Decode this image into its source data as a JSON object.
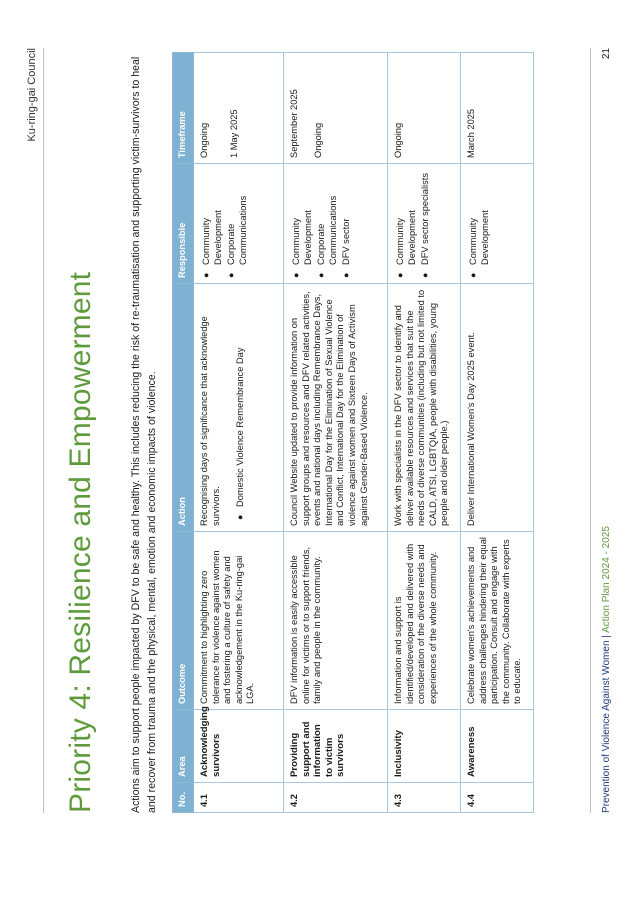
{
  "header": {
    "council": "Ku-ring-gai Council"
  },
  "title": "Priority 4: Resilience and Empowerment",
  "intro": "Actions aim to support people impacted by DFV to be safe and healthy. This includes reducing the risk of re-traumatisation and supporting victim-survivors to heal and recover from trauma and the physical, mental, emotion and economic impacts of violence.",
  "table": {
    "headers": {
      "no": "No.",
      "area": "Area",
      "outcome": "Outcome",
      "action": "Action",
      "responsible": "Responsible",
      "timeframe": "Timeframe"
    },
    "rows": [
      {
        "no": "4.1",
        "area": "Acknowledging survivors",
        "outcome": "Commitment to highlighting zero tolerance for violence against women and fostering a culture of safety and acknowledgement in the Ku-ring-gai LGA.",
        "action_text": "Recognising days of significance that acknowledge survivors.",
        "action_bullet": "Domestic Violence Remembrance Day",
        "responsible": [
          "Community Development",
          "Corporate Communications"
        ],
        "timeframe": [
          "Ongoing",
          "1 May 2025"
        ]
      },
      {
        "no": "4.2",
        "area": "Providing support and information to victim survivors",
        "outcome": "DFV information is easily accessible online for victims or to support friends, family and people in the community.",
        "action_text": "Council Website updated to provide information on support groups and resources and DFV related activities, events and national days including Remembrance Days, International Day for the Elimination of Sexual Violence and Conflict, International Day for the Elimination of violence against women and Sixteen Days of Activism against Gender-Based Violence.",
        "responsible": [
          "Community Development",
          "Corporate Communications",
          "DFV sector"
        ],
        "timeframe": [
          "September 2025",
          "Ongoing"
        ]
      },
      {
        "no": "4.3",
        "area": "Inclusivity",
        "outcome": "Information and support is identified/developed and delivered with consideration of the diverse needs and experiences of the whole community.",
        "action_text": "Work with specialists in the DFV sector to identify and deliver available resources and services that suit the needs of diverse communities (including but not limited to CALD, ATSI, LGBTQIA, people with disabilities, young people and older people.)",
        "responsible": [
          "Community Development",
          "DFV sector specialists"
        ],
        "timeframe": [
          "Ongoing"
        ]
      },
      {
        "no": "4.4",
        "area": "Awareness",
        "outcome": "Celebrate women's achievements and address challenges hindering their equal participation. Consult and engage with the community. Collaborate with experts to educate.",
        "action_text": "Deliver International Women's Day 2025 event.",
        "responsible": [
          "Community Development"
        ],
        "timeframe": [
          "March 2025"
        ]
      }
    ]
  },
  "footer": {
    "doc_title": "Prevention of Violence Against Women",
    "separator": "|",
    "plan": "Action Plan 2024 - 2025",
    "page": "21"
  }
}
